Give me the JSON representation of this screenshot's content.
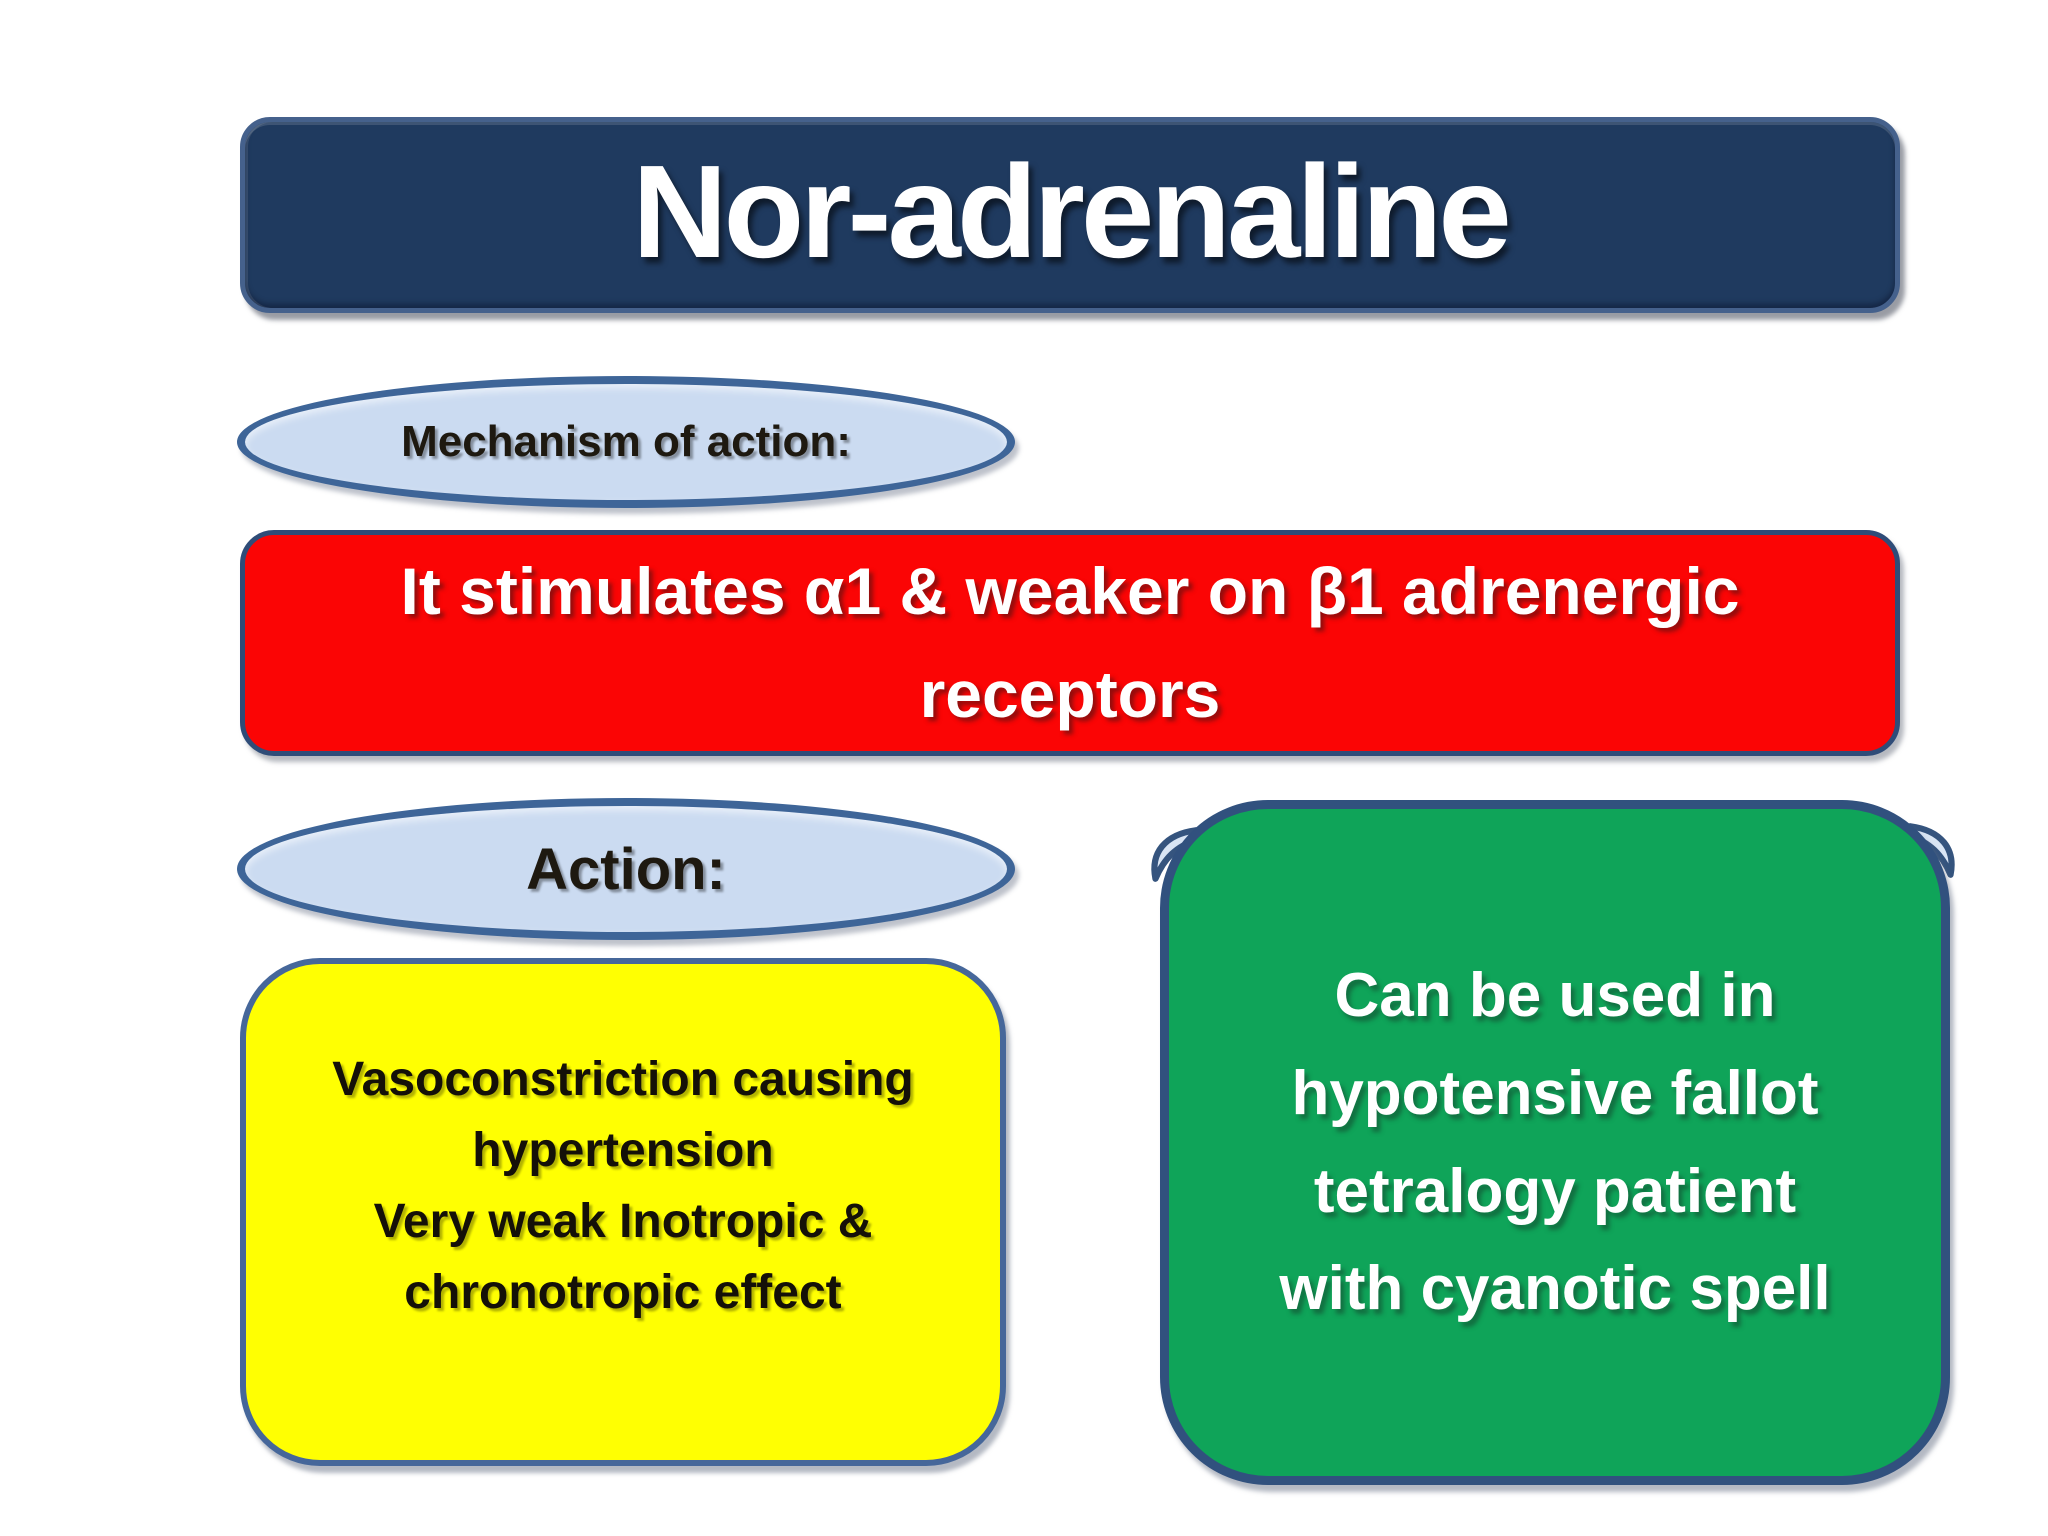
{
  "slide": {
    "title": "Nor-adrenaline",
    "mechanism": {
      "label": "Mechanism of action:",
      "statement_lines": [
        "It stimulates α1 & weaker on β1 adrenergic",
        "receptors"
      ]
    },
    "action": {
      "label": "Action:",
      "effects_lines": [
        "Vasoconstriction causing",
        "hypertension",
        "Very weak Inotropic &",
        "chronotropic effect"
      ],
      "clinical_use_lines": [
        "Can be used in",
        "hypotensive fallot",
        "tetralogy patient",
        "with cyanotic spell"
      ]
    }
  },
  "colors": {
    "title_fill": "#1F3A5F",
    "title_border": "#45618C",
    "title_text": "#FFFFFF",
    "ellipse_fill": "#CBDBF1",
    "ellipse_border": "#3E6598",
    "statement_fill": "#FB0505",
    "effects_fill": "#FFFF02",
    "clinical_use_fill": "#0FA459",
    "shape_border_navy": "#31517E",
    "dark_text": "#1E1910",
    "light_text": "#FFFFFF",
    "curl_fill": "#D9E5F4"
  }
}
